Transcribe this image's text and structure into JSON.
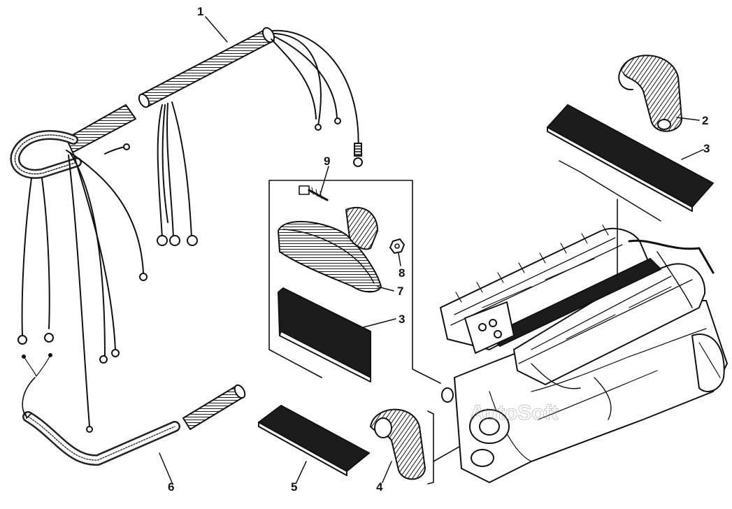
{
  "callouts": [
    {
      "id": "1",
      "text": "1"
    },
    {
      "id": "2",
      "text": "2"
    },
    {
      "id": "3a",
      "text": "3"
    },
    {
      "id": "3b",
      "text": "3"
    },
    {
      "id": "4",
      "text": "4"
    },
    {
      "id": "5",
      "text": "5"
    },
    {
      "id": "6",
      "text": "6"
    },
    {
      "id": "7",
      "text": "7"
    },
    {
      "id": "8",
      "text": "8"
    },
    {
      "id": "9",
      "text": "9"
    }
  ],
  "watermark": "AutoSoft",
  "colors": {
    "ink": "#111111",
    "paper": "#ffffff",
    "hatch": "#2a2a2a",
    "watermark": "#9a9a9a"
  }
}
